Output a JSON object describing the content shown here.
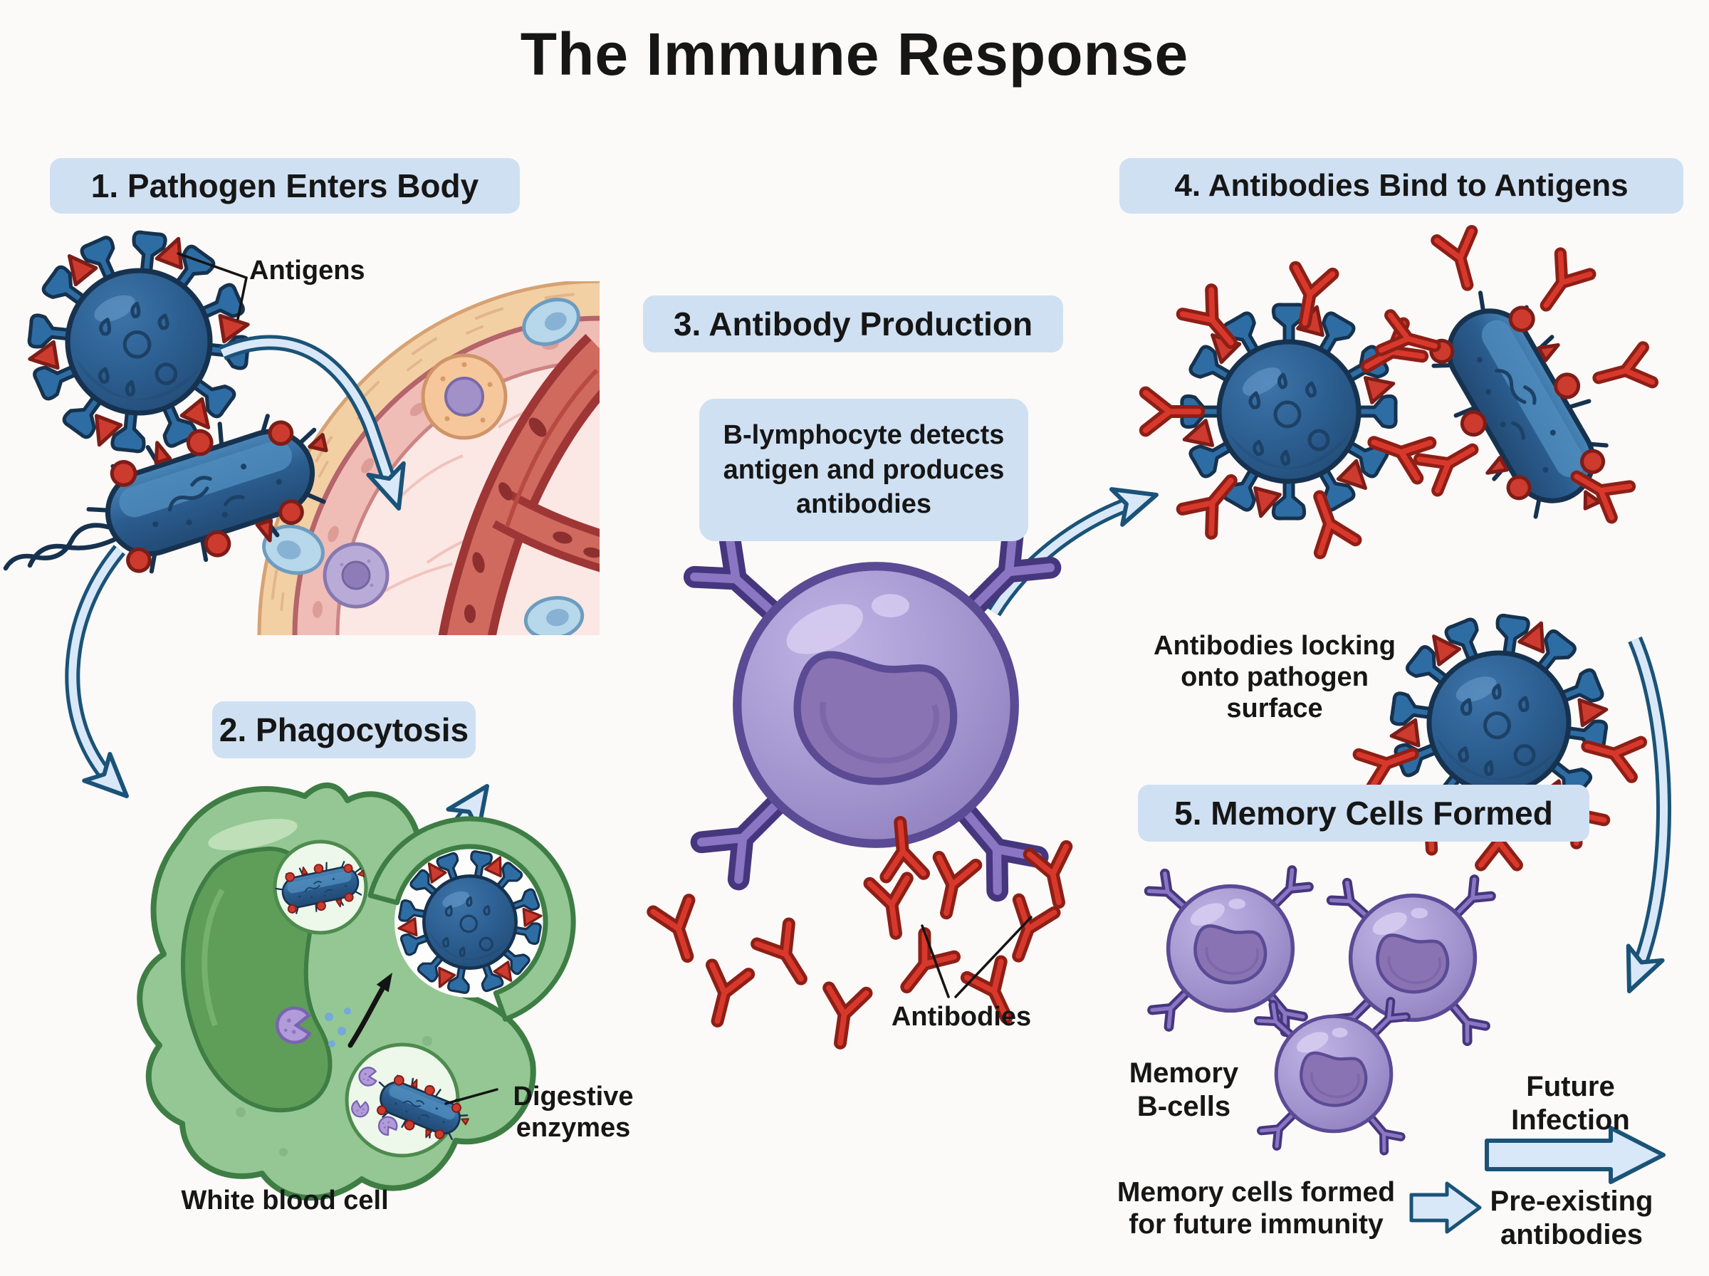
{
  "title": "The Immune Response",
  "steps": {
    "step1": {
      "heading": "1. Pathogen Enters Body",
      "antigens": "Antigens"
    },
    "step2": {
      "heading": "2. Phagocytosis",
      "digestive": "Digestive\nenzymes",
      "white_blood_cell": "White blood cell"
    },
    "step3": {
      "heading": "3. Antibody Production",
      "info": "B-lymphocyte detects\nantigen and produces\nantibodies",
      "antibodies": "Antibodies"
    },
    "step4": {
      "heading": "4. Antibodies Bind to Antigens",
      "locking": "Antibodies locking\nonto pathogen\nsurface"
    },
    "step5": {
      "heading": "5. Memory Cells Formed",
      "memory_b": "Memory\nB-cells",
      "formed": "Memory cells formed\nfor future immunity",
      "future": "Future\nInfection",
      "preexisting": "Pre-existing\nantibodies"
    }
  },
  "colors": {
    "background": "#fbfaf8",
    "heading_box": "#cfe0f2",
    "pathogen_blue": "#2b5d8f",
    "antigen_red": "#cd3b2e",
    "antibody_red": "#d8382b",
    "phagocyte_green": "#94c794",
    "lymphocyte_purple": "#a295cf",
    "arrow_fill": "#d9e8f8",
    "arrow_stroke": "#1b5378",
    "tissue_pink": "#f0bcb6",
    "tissue_skin": "#f3cfa4",
    "text": "#161616"
  }
}
